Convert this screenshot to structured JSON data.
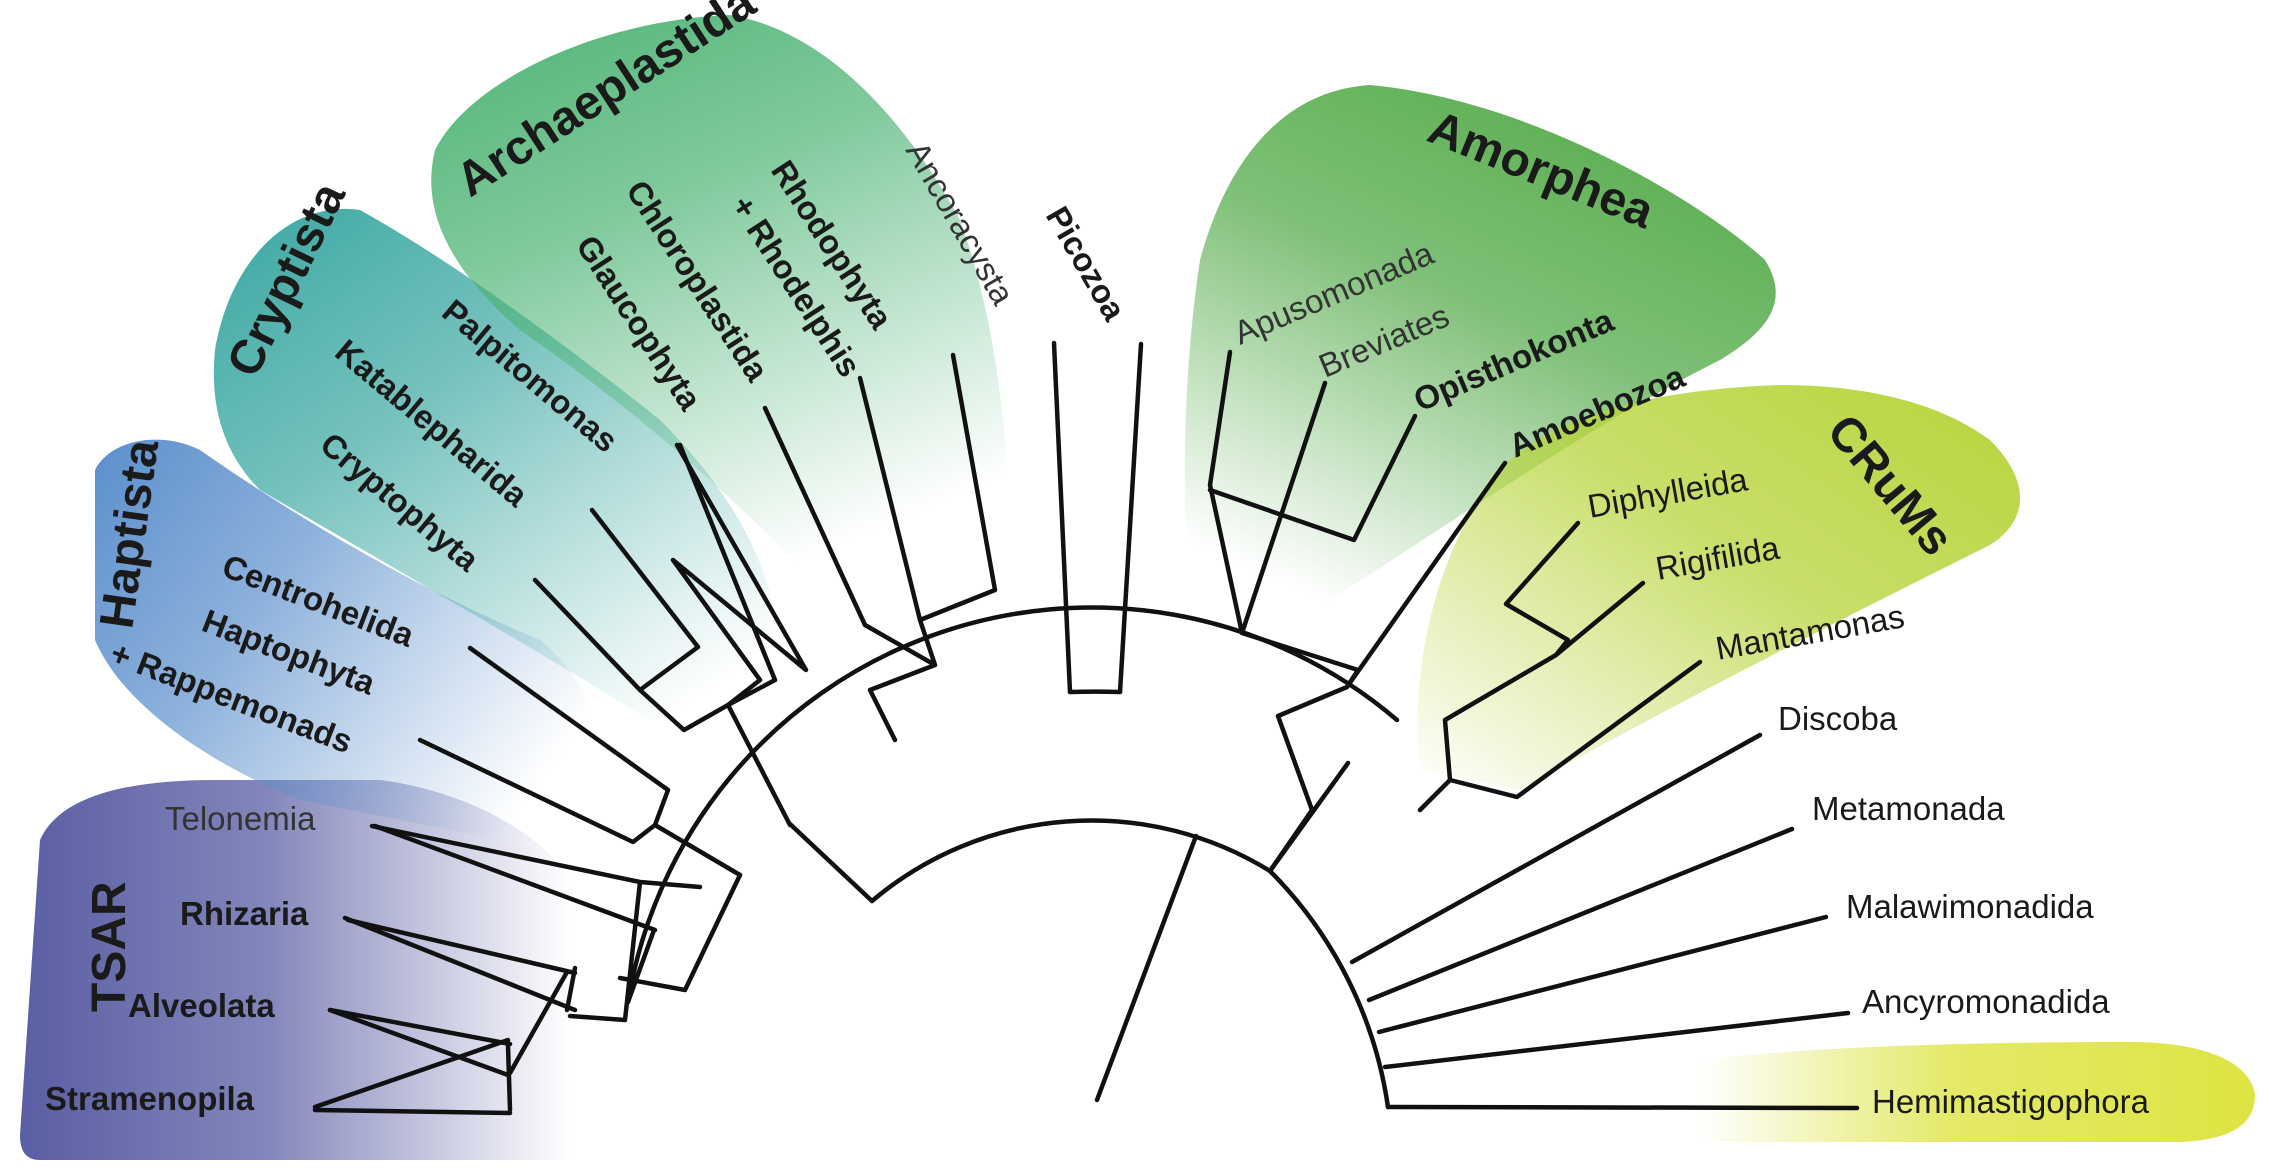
{
  "groups": {
    "tsar": {
      "label": "TSAR",
      "color": "#5a5ea3"
    },
    "haptista": {
      "label": "Haptista",
      "color": "#5b8fcc"
    },
    "cryptista": {
      "label": "Cryptista",
      "color": "#3aa7a1"
    },
    "archaeplastida": {
      "label": "Archaeplastida",
      "color": "#4cb374"
    },
    "amorphea": {
      "label": "Amorphea",
      "color": "#55ab4b"
    },
    "crums": {
      "label": "CRuMs",
      "color": "#b7d43a"
    },
    "hemimastigophora": {
      "color": "#dde442"
    }
  },
  "taxa": {
    "telonemia": "Telonemia",
    "rhizaria": "Rhizaria",
    "alveolata": "Alveolata",
    "stramenopila": "Stramenopila",
    "centrohelida": "Centrohelida",
    "haptophyta": "Haptophyta",
    "rappemonads": "+ Rappemonads",
    "palpitomonas": "Palpitomonas",
    "katablepharida": "Katablepharida",
    "cryptophyta": "Cryptophyta",
    "rhodophyta": "Rhodophyta",
    "rhodelphis": "+ Rhodelphis",
    "chloroplastida": "Chloroplastida",
    "glaucophyta": "Glaucophyta",
    "ancoracysta": "Ancoracysta",
    "picozoa": "Picozoa",
    "apusomonada": "Apusomonada",
    "breviates": "Breviates",
    "opisthokonta": "Opisthokonta",
    "amoebozoa": "Amoebozoa",
    "diphylleida": "Diphylleida",
    "rigifilida": "Rigifilida",
    "mantamonas": "Mantamonas",
    "discoba": "Discoba",
    "metamonada": "Metamonada",
    "malawimonadida": "Malawimonadida",
    "ancyromonadida": "Ancyromonadida",
    "hemimastigophora": "Hemimastigophora"
  }
}
